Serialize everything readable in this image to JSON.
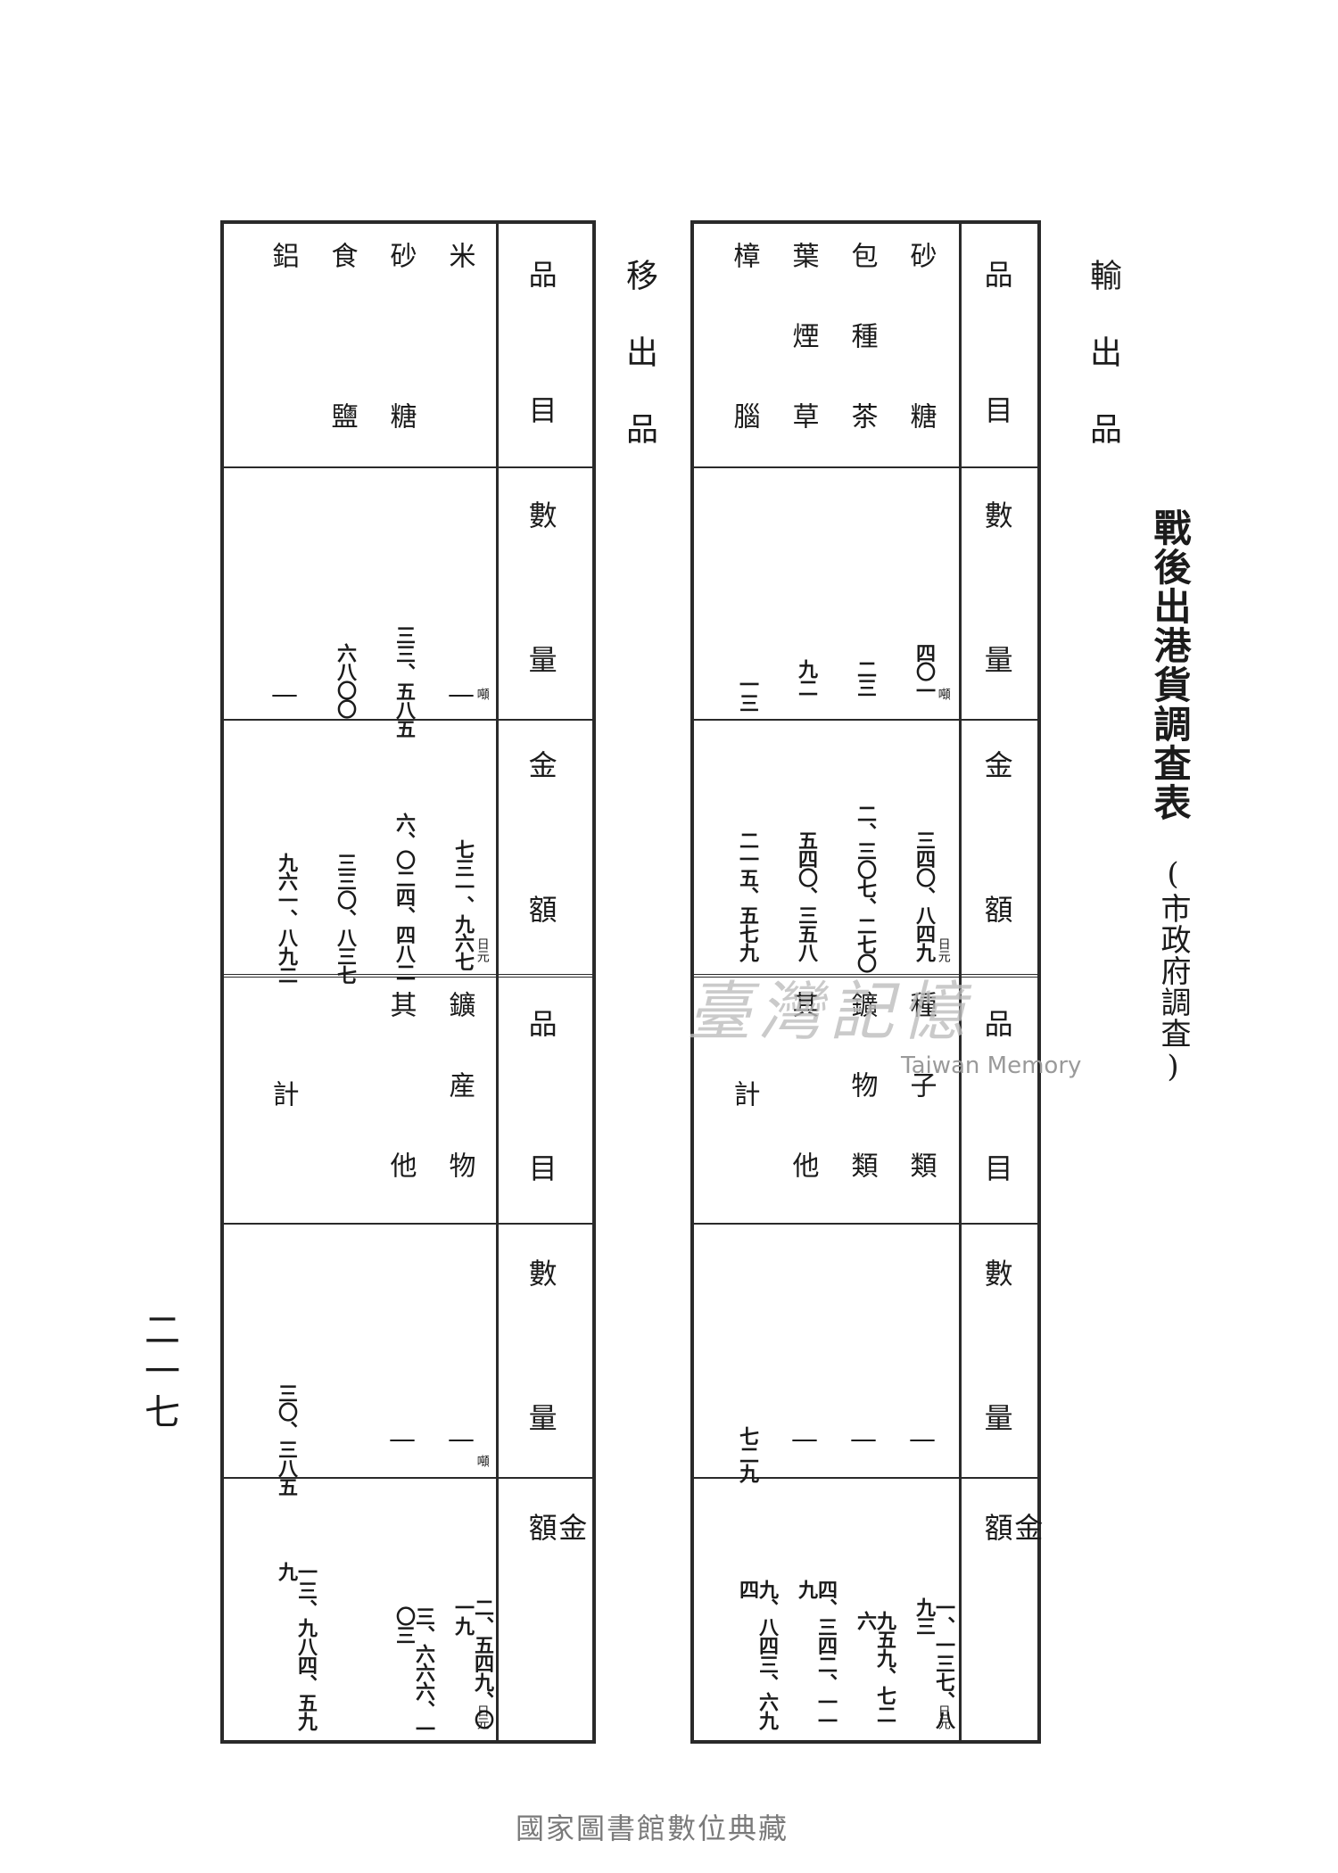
{
  "page": {
    "title": "戰後出港貨調査表",
    "subtitle": "(市政府調査)",
    "page_number": "二一七",
    "footer": "國家圖書館數位典藏",
    "watermark": "臺灣記憶",
    "watermark_en": "Taiwan Memory"
  },
  "export_table": {
    "section_title": "輸出品",
    "headers": {
      "item": "品目",
      "quantity": "數量",
      "amount": "金額"
    },
    "units": {
      "quantity": "噸",
      "amount": "日元"
    },
    "left_rows": [
      {
        "item": "砂糖",
        "quantity": "四〇一",
        "amount": "三四〇、八四九"
      },
      {
        "item": "包種茶",
        "quantity": "二三",
        "amount": "二、三〇七、二七〇"
      },
      {
        "item": "葉煙草",
        "quantity": "九二",
        "amount": "五四〇、三五八"
      },
      {
        "item": "樟腦",
        "quantity": "一三",
        "amount": "二一五、五七九"
      }
    ],
    "right_rows": [
      {
        "item": "種子類",
        "quantity": "—",
        "amount": "一、一三七、八九三"
      },
      {
        "item": "鑛物類",
        "quantity": "—",
        "amount": "九五九、七二六"
      },
      {
        "item": "其他",
        "quantity": "—",
        "amount": "四、三四二、一一九"
      },
      {
        "item": "計",
        "quantity": "七二九",
        "amount": "九、八四三、六九四"
      }
    ]
  },
  "transfer_table": {
    "section_title": "移出品",
    "headers": {
      "item": "品目",
      "quantity": "數量",
      "amount": "金額"
    },
    "units": {
      "quantity": "噸",
      "amount": "日元"
    },
    "left_rows": [
      {
        "item": "米",
        "quantity": "—",
        "amount": "七三一、九六七"
      },
      {
        "item": "砂糖",
        "quantity": "三三、五八五",
        "amount": "六、〇二四、四八二"
      },
      {
        "item": "食鹽",
        "quantity": "六八〇〇",
        "amount": "三三〇、八三七"
      },
      {
        "item": "鋁",
        "quantity": "—",
        "amount": "九六一、八九二"
      }
    ],
    "right_rows": [
      {
        "item": "鑛産物",
        "quantity": "—",
        "amount": "二、五四九、〇一九"
      },
      {
        "item": "其他",
        "quantity": "—",
        "amount": "三、六六六、一〇三"
      },
      {
        "item": "計",
        "quantity": "三〇、三八五",
        "amount": "一三、九八四、五九九"
      }
    ]
  }
}
